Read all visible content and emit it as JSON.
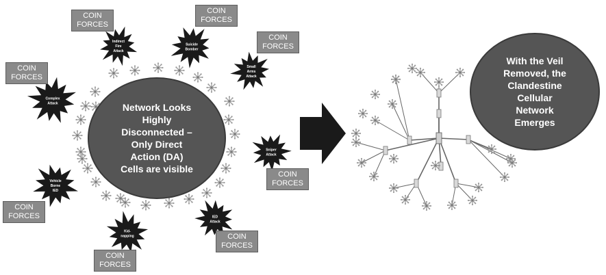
{
  "coin_label_line1": "COIN",
  "coin_label_line2": "FORCES",
  "left_bubble": {
    "lines": [
      "Network Looks",
      "Highly",
      "Disconnected –",
      "Only Direct",
      "Action (DA)",
      "Cells are visible"
    ]
  },
  "right_bubble": {
    "lines": [
      "With the Veil",
      "Removed, the",
      "Clandestine",
      "Cellular",
      "Network",
      "Emerges"
    ]
  },
  "attacks": [
    {
      "lines": [
        "Indirect",
        "Fire",
        "Attack"
      ]
    },
    {
      "lines": [
        "Suicide",
        "Bomber"
      ]
    },
    {
      "lines": [
        "Small",
        "Arms",
        "Attack"
      ]
    },
    {
      "lines": [
        "Complex",
        "Attack"
      ]
    },
    {
      "lines": [
        "Sniper",
        "Attack"
      ]
    },
    {
      "lines": [
        "Vehicle",
        "Borne",
        "IED"
      ]
    },
    {
      "lines": [
        "IED",
        "Attack"
      ]
    },
    {
      "lines": [
        "Kid-",
        "napping"
      ]
    }
  ],
  "colors": {
    "bubble": "#555555",
    "coin_box": "#8a8a8a",
    "star": "#1a1a1a",
    "arrow": "#1a1a1a",
    "cell_icon": "#9a9a9a",
    "link": "#666666"
  },
  "icons": {
    "cell": "snowflake-cell-icon",
    "attack": "explosion-star-icon",
    "flow": "right-arrow-icon"
  }
}
